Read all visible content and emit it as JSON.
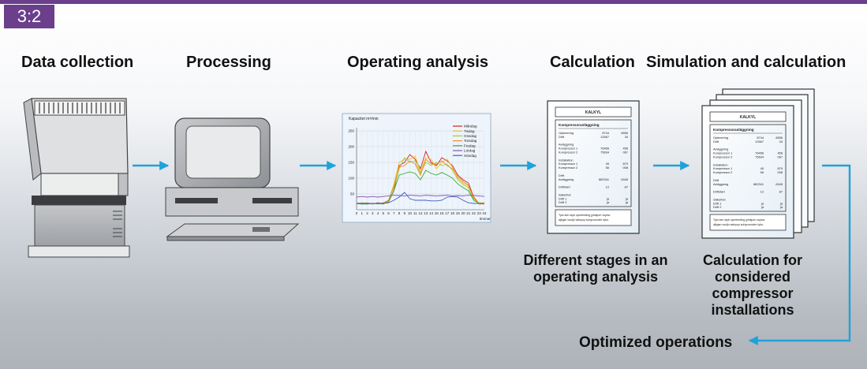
{
  "figure_number": "3:2",
  "stages": {
    "data_collection": "Data collection",
    "processing": "Processing",
    "operating_analysis": "Operating analysis",
    "calculation": "Calculation",
    "simulation": "Simulation and calculation"
  },
  "captions": {
    "calculation": "Different stages in an\noperating analysis",
    "simulation": "Calculation for\nconsidered\ncompressor\ninstallations"
  },
  "output_label": "Optimized operations",
  "colors": {
    "accent": "#6b3f8c",
    "arrow": "#1fa2dc"
  },
  "chart_data": {
    "type": "line",
    "ylabel": "Kapacitet m³/min",
    "xlabel": "timmar",
    "x": [
      0,
      1,
      2,
      3,
      4,
      5,
      6,
      7,
      8,
      9,
      10,
      11,
      12,
      13,
      14,
      15,
      16,
      17,
      18,
      19,
      20,
      21,
      22,
      23,
      24
    ],
    "ylim": [
      0,
      250
    ],
    "yticks": [
      50,
      100,
      150,
      200,
      250
    ],
    "legend_position": "top-right",
    "series": [
      {
        "name": "Måndag",
        "color": "#d81e2a",
        "values": [
          20,
          18,
          20,
          18,
          22,
          20,
          25,
          60,
          140,
          150,
          175,
          160,
          130,
          185,
          150,
          140,
          165,
          155,
          140,
          110,
          95,
          85,
          40,
          20,
          20
        ]
      },
      {
        "name": "Tisdag",
        "color": "#e8c21a",
        "values": [
          22,
          20,
          18,
          20,
          20,
          22,
          28,
          80,
          150,
          160,
          160,
          170,
          120,
          165,
          160,
          130,
          150,
          160,
          135,
          100,
          85,
          75,
          35,
          22,
          22
        ]
      },
      {
        "name": "Onsdag",
        "color": "#9fcf3a",
        "values": [
          20,
          22,
          20,
          20,
          18,
          20,
          30,
          70,
          130,
          165,
          150,
          155,
          115,
          150,
          140,
          150,
          140,
          145,
          125,
          95,
          80,
          70,
          30,
          20,
          20
        ]
      },
      {
        "name": "Torsdag",
        "color": "#f08a2a",
        "values": [
          18,
          20,
          22,
          18,
          20,
          22,
          30,
          75,
          135,
          140,
          155,
          145,
          110,
          160,
          145,
          145,
          155,
          140,
          130,
          105,
          90,
          78,
          38,
          18,
          18
        ]
      },
      {
        "name": "Fredag",
        "color": "#3aa838",
        "values": [
          20,
          18,
          18,
          20,
          20,
          18,
          26,
          60,
          110,
          115,
          120,
          115,
          95,
          125,
          115,
          110,
          118,
          110,
          100,
          82,
          70,
          60,
          30,
          20,
          20
        ]
      },
      {
        "name": "Lördag",
        "color": "#8a52b0",
        "values": [
          40,
          42,
          40,
          42,
          40,
          42,
          44,
          46,
          45,
          44,
          46,
          45,
          44,
          46,
          45,
          44,
          45,
          46,
          44,
          45,
          44,
          46,
          45,
          44,
          42
        ]
      },
      {
        "name": "Söndag",
        "color": "#3e5fc4",
        "values": [
          20,
          20,
          20,
          20,
          20,
          20,
          22,
          30,
          40,
          55,
          35,
          30,
          30,
          30,
          28,
          28,
          30,
          40,
          42,
          40,
          30,
          22,
          20,
          20,
          20
        ]
      }
    ]
  },
  "document": {
    "header": "KALKYL",
    "title": "Kompressoranläggning",
    "rows": [
      [
        "Optimering",
        "8744",
        "6556"
      ],
      [
        "Drift",
        "12567",
        "34"
      ],
      [
        "",
        "",
        " "
      ],
      [
        "Avläggning",
        "",
        ""
      ],
      [
        "Kompressor 1",
        "76456",
        "456"
      ],
      [
        "Kompressor 2",
        "75634",
        "067"
      ],
      [
        "",
        "",
        " "
      ],
      [
        "Installation",
        "",
        ""
      ],
      [
        "Kompressor 1",
        "45",
        "879"
      ],
      [
        "Kompressor 2",
        "56",
        "008"
      ],
      [
        "",
        "",
        " "
      ],
      [
        "Drift",
        "",
        ""
      ],
      [
        "Avläggning",
        "882341",
        "6345"
      ],
      [
        "",
        "",
        " "
      ],
      [
        "Driftstart",
        "12",
        "87"
      ],
      [
        "",
        "",
        " "
      ],
      [
        "Säkerhet",
        "",
        ""
      ],
      [
        "Drift 1",
        "ja",
        "ja"
      ],
      [
        "Drift 2",
        "ja",
        "ja"
      ]
    ],
    "footer": "Tyst sen styb opertreding jytnkjum vsyew djkgsn vsuljn wdnyuy sohyuvnoder tyhu."
  }
}
